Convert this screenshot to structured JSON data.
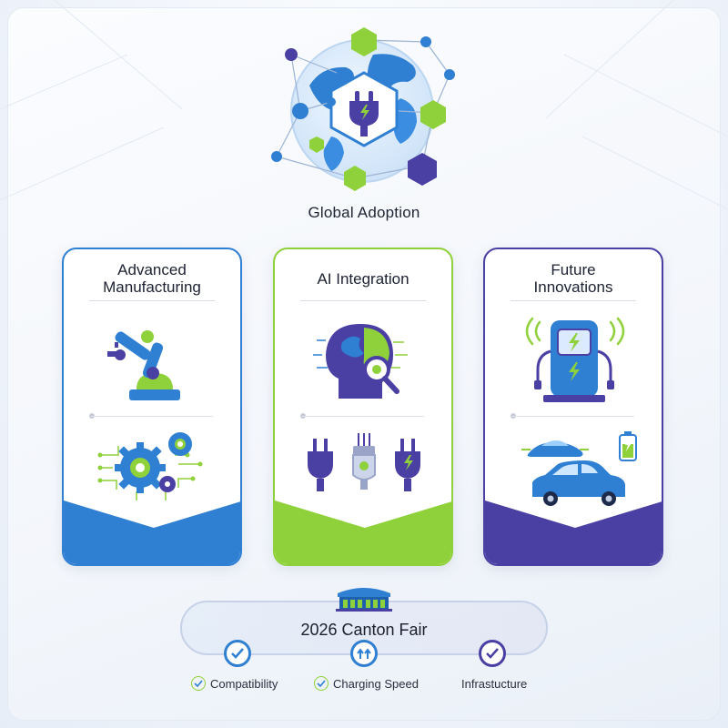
{
  "header": {
    "title": "Global Adoption"
  },
  "cards": [
    {
      "title_line1": "Advanced",
      "title_line2": "Manufacturing",
      "accent": "#2f7fd3"
    },
    {
      "title_line1": "AI Integration",
      "title_line2": "",
      "accent": "#8fd13a"
    },
    {
      "title_line1": "Future",
      "title_line2": "Innovations",
      "accent": "#4a3fa2"
    }
  ],
  "event": {
    "title": "2026 Canton Fair",
    "features": [
      "Compatibility",
      "Charging Speed",
      "Infrastucture"
    ]
  },
  "colors": {
    "blue": "#2f7fd3",
    "green": "#8fd13a",
    "purple": "#4a3fa2",
    "ink": "#1c2131"
  },
  "icons": [
    "globe-icon",
    "plug-icon",
    "robot-arm-icon",
    "gears-circuit-icon",
    "ai-head-icon",
    "plug-set-icon",
    "charging-station-icon",
    "vehicle-icon",
    "battery-icon",
    "stadium-icon",
    "check-icon",
    "arrows-up-icon"
  ]
}
